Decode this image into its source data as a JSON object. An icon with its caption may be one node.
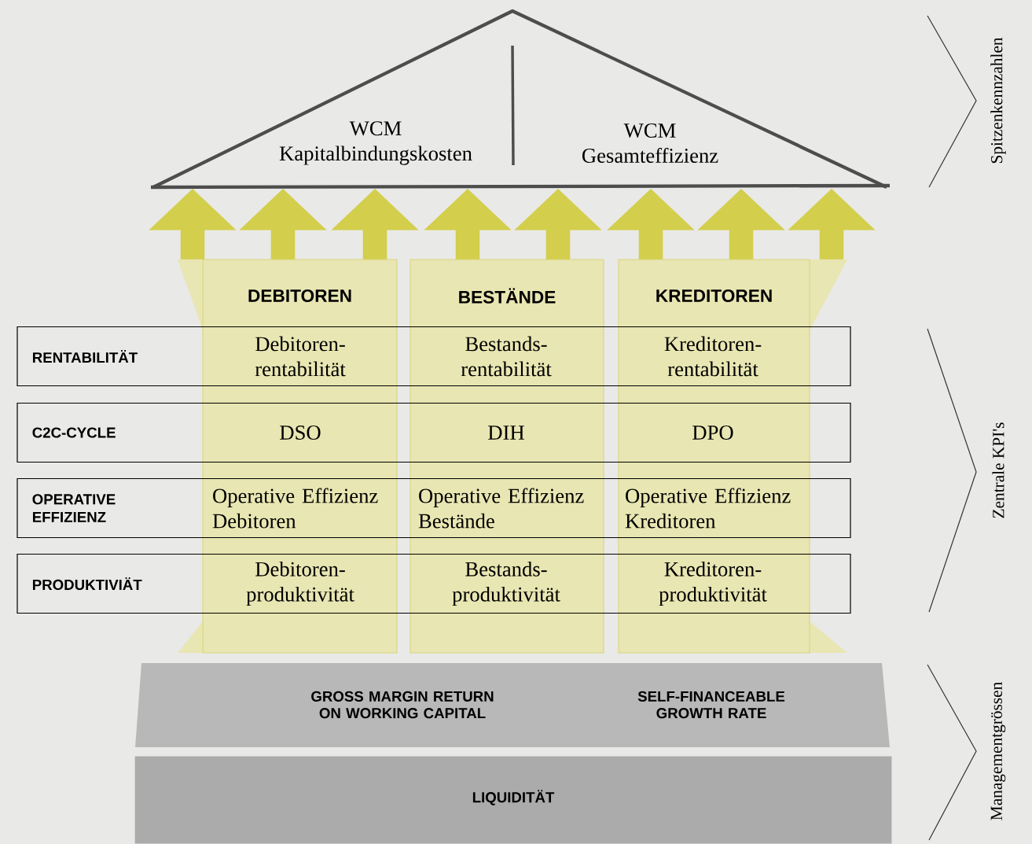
{
  "diagram": {
    "nodes": [
      {
        "text": [
          "WCM Kapitalbindungskosten",
          "WCM Gesamteffizienz"
        ]
      },
      {
        "text": [
          "DEBITOREN"
        ]
      },
      {
        "text": [
          "BESTÄNDE"
        ]
      },
      {
        "text": [
          "KREDITOREN"
        ]
      },
      {
        "text": [
          "RENTABILITÄT",
          "Debitoren-rentabilität",
          "Bestands-rentabilität",
          "Kreditoren-rentabilität"
        ]
      },
      {
        "text": [
          "C2C-CYCLE",
          "DSO",
          "DIH",
          "DPO"
        ]
      },
      {
        "text": [
          "OPERATIVE EFFIZIENZ",
          "Operative Effizienz Debitoren",
          "Operative Effizienz Bestände",
          "Operative Effizienz Kreditoren"
        ]
      },
      {
        "text": [
          "PRODUKTIVIÄT",
          "Debitoren-produktivität",
          "Bestands-produktivität",
          "Kreditoren-produktivität"
        ]
      },
      {
        "text": [
          "GROSS MARGIN RETURN ON WORKING CAPITAL",
          "SELF-FINANCEABLE GROWTH RATE"
        ]
      },
      {
        "text": [
          "LIQUIDITÄT"
        ]
      }
    ],
    "edges": [
      {
        "from": 1,
        "to": 0,
        "arrow": "to"
      },
      {
        "from": 1,
        "to": 0,
        "arrow": "to"
      },
      {
        "from": 1,
        "to": 0,
        "arrow": "to"
      },
      {
        "from": 2,
        "to": 0,
        "arrow": "to"
      },
      {
        "from": 2,
        "to": 0,
        "arrow": "to"
      },
      {
        "from": 3,
        "to": 0,
        "arrow": "to"
      },
      {
        "from": 3,
        "to": 0,
        "arrow": "to"
      },
      {
        "from": 3,
        "to": 0,
        "arrow": "to"
      }
    ],
    "labels": [
      "Spitzenkennzahlen",
      "Zentrale KPI's",
      "Managementgrössen"
    ]
  }
}
